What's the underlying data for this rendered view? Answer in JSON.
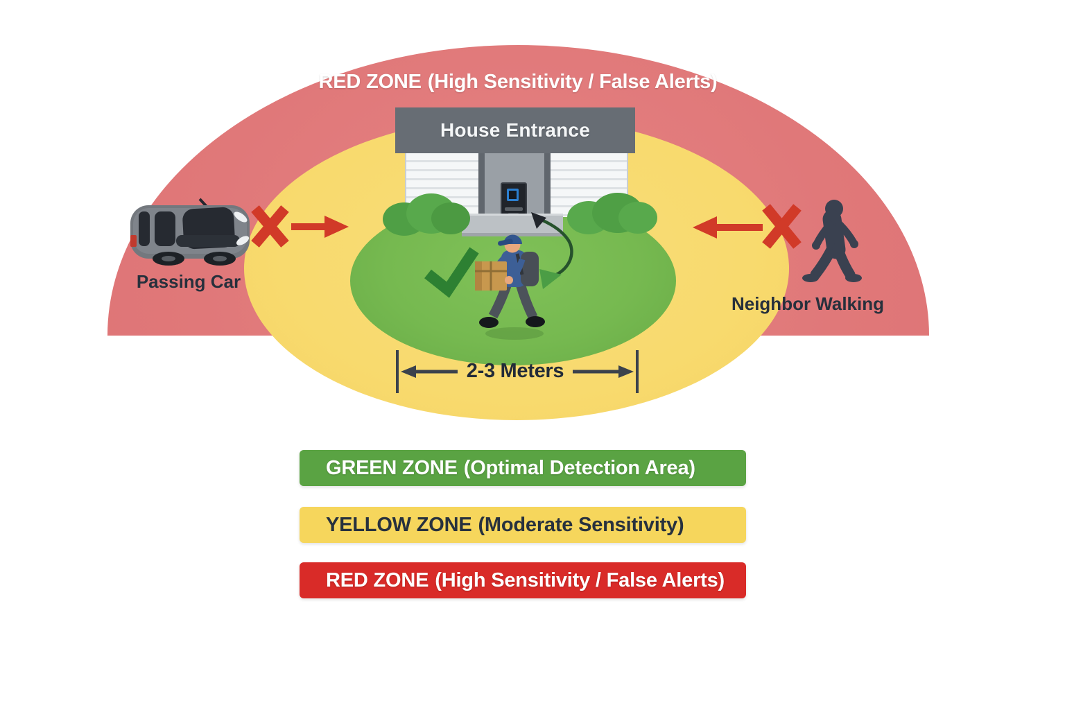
{
  "scene": {
    "red_zone_label": {
      "name": "RED ZONE",
      "desc": "(High Sensitivity / False Alerts)"
    },
    "house_sign": "House Entrance",
    "passing_car": "Passing Car",
    "neighbor_walking": "Neighbor Walking",
    "distance": "2-3 Meters"
  },
  "legend": [
    {
      "name": "GREEN ZONE",
      "desc": "(Optimal Detection Area)",
      "color": "#5aa343",
      "text_color": "#ffffff"
    },
    {
      "name": "YELLOW ZONE",
      "desc": "(Moderate Sensitivity)",
      "color": "#f6d65c",
      "text_color": "#27313e"
    },
    {
      "name": "RED ZONE",
      "desc": "(High Sensitivity / False Alerts)",
      "color": "#d92b28",
      "text_color": "#ffffff"
    }
  ],
  "colors": {
    "red_zone": "#e07879",
    "yellow_zone": "#f8da6e",
    "green_zone": "#76b950",
    "alert_red": "#d13a28",
    "checkmark_green": "#2d8032",
    "house_sign_gray": "#676d74",
    "doorbell_blue": "#2b7fd0"
  }
}
